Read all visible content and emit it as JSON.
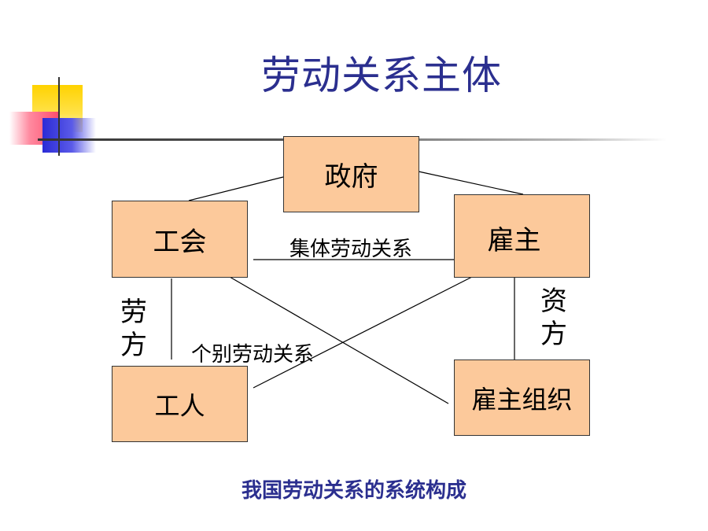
{
  "title": "劳动关系主体",
  "nodes": {
    "government": "政府",
    "union": "工会",
    "employer": "雇主",
    "worker": "工人",
    "employer_org": "雇主组织"
  },
  "relations": {
    "collective": "集体劳动关系",
    "individual": "个别劳动关系"
  },
  "side_labels": {
    "labor_top": "劳",
    "labor_bottom": "方",
    "capital_top": "资",
    "capital_bottom": "方"
  },
  "caption": "我国劳动关系的系统构成",
  "colors": {
    "box_fill": "#fcc99b",
    "title": "#2b2f8f"
  }
}
